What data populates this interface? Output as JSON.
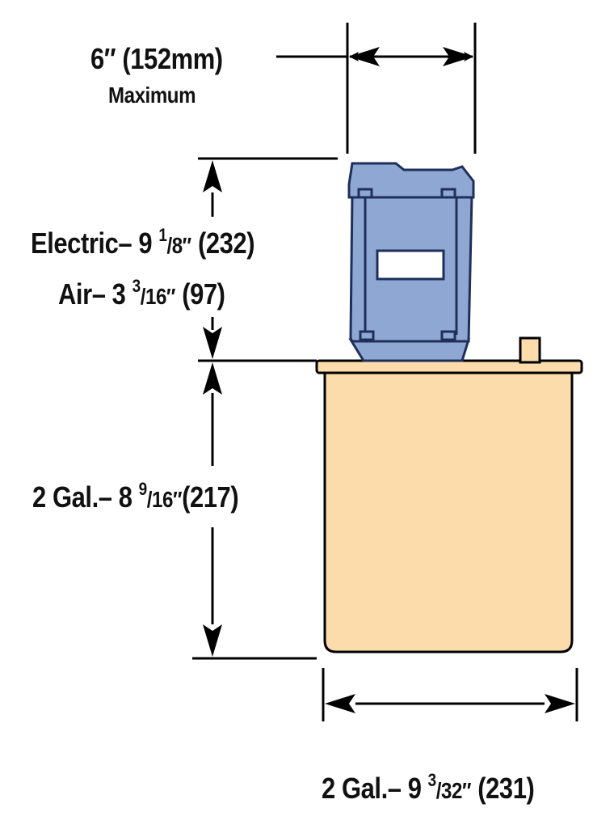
{
  "dimensions": {
    "width_max": {
      "value": "6″ (152mm)",
      "qualifier": "Maximum"
    },
    "electric_height": {
      "prefix": "Electric– 9 ",
      "num": "1",
      "den": "/8″",
      "suffix": " (232)"
    },
    "air_height": {
      "prefix": "Air– 3 ",
      "num": "3",
      "den": "/16″",
      "suffix": " (97)"
    },
    "tank_height": {
      "prefix": "2 Gal.– 8 ",
      "num": "9",
      "den": "/16″",
      "suffix": "(217)"
    },
    "tank_width": {
      "prefix": "2 Gal.– 9 ",
      "num": "3",
      "den": "/32″",
      "suffix": " (231)"
    }
  },
  "colors": {
    "motor_fill": "#8fa8d3",
    "motor_stroke": "#1f2f5a",
    "tank_fill": "#fcdcab",
    "tank_stroke": "#000000",
    "line": "#000000"
  }
}
